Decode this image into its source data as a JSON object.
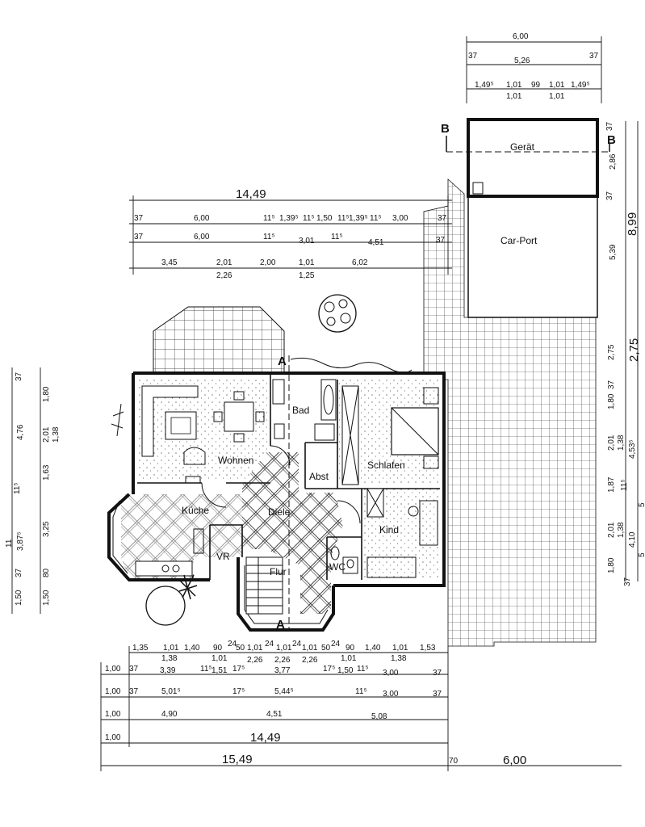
{
  "rooms": {
    "geraet": "Gerät",
    "carport": "Car-Port",
    "bad": "Bad",
    "schlafen": "Schlafen",
    "wohnen": "Wohnen",
    "abst": "Abst",
    "kueche": "Küche",
    "diele": "Diele",
    "kind": "Kind",
    "vr": "VR",
    "wc": "WC",
    "flur": "Flur"
  },
  "section_marks": {
    "a_top": "A",
    "a_bottom": "A",
    "b_left": "B",
    "b_right": "B"
  },
  "dims_top": {
    "garage_total": "6,00",
    "garage_r1a": "37",
    "garage_r1b": "5,26",
    "garage_r1c": "37",
    "garage_r2a": "1,49⁵",
    "garage_r2b": "1,01",
    "garage_r2c": "99",
    "garage_r2d": "1,01",
    "garage_r2e": "1,49⁵",
    "garage_r2f": "1,01",
    "garage_r2g": "1,01",
    "house_total": "14,49",
    "r1a": "37",
    "r1b": "6,00",
    "r1c": "11⁵",
    "r1d": "1,39⁵",
    "r1e": "11⁵",
    "r1f": "1,50",
    "r1g": "11⁵",
    "r1h": "1,39⁵",
    "r1i": "11⁵",
    "r1j": "3,00",
    "r1k": "37",
    "r2a": "37",
    "r2b": "6,00",
    "r2c": "11⁵",
    "r2d": "3,01",
    "r2e": "11⁵",
    "r2f": "4,51",
    "r2g": "37",
    "r3a": "3,45",
    "r3b": "2,01",
    "r3c": "2,00",
    "r3d": "1,01",
    "r3e": "6,02",
    "r3f": "2,26",
    "r3g": "1,25"
  },
  "dims_right": {
    "total": "8,99",
    "g1": "37",
    "g2": "2,86",
    "g3": "37",
    "g4": "5,39",
    "gap_small": "2,75",
    "gap_big": "2,75",
    "h1": "37",
    "h2": "1,80",
    "h3": "2,01",
    "h4": "1,38",
    "h5": "4,53⁵",
    "h6": "11⁵",
    "h7": "1,87",
    "h8": "2,01",
    "h9": "1,38",
    "h10": "4,10",
    "h11": "1,80",
    "h12": "37",
    "h13": "5",
    "h14": "5"
  },
  "dims_left": {
    "a1": "37",
    "a2": "1,80",
    "a3": "4,76",
    "a4": "2,01",
    "a5": "1,38",
    "a6": "11⁵",
    "a7": "1,63",
    "a8": "11",
    "a9": "3,87⁵",
    "a10": "3,25",
    "a11": "37",
    "a12": "80",
    "a13": "1,50",
    "a14": "1,50"
  },
  "dims_bottom": {
    "b1a": "1,35",
    "b1b": "1,01",
    "b1c": "1,40",
    "b1d": "90",
    "b1e": "24",
    "b1f": "50",
    "b1g": "1,01",
    "b1h": "24",
    "b1i": "1,01",
    "b1j": "24",
    "b1k": "1,01",
    "b1l": "50",
    "b1m": "24",
    "b1n": "90",
    "b1o": "1,40",
    "b1p": "1,01",
    "b1q": "1,53",
    "b2a": "1,38",
    "b2b": "1,01",
    "b2c": "2,26",
    "b2d": "2,26",
    "b2e": "2,26",
    "b2f": "1,01",
    "b2g": "1,38",
    "b3a": "1,00",
    "b3b": "37",
    "b3c": "3,39",
    "b3d": "11⁵",
    "b3e": "1,51",
    "b3f": "17⁵",
    "b3g": "3,77",
    "b3h": "17⁵",
    "b3i": "1,50",
    "b3j": "11⁵",
    "b3k": "3,00",
    "b3l": "37",
    "b4a": "1,00",
    "b4b": "37",
    "b4c": "5,01⁵",
    "b4d": "17⁵",
    "b4e": "5,44⁵",
    "b4f": "11⁵",
    "b4g": "3,00",
    "b4h": "37",
    "b5a": "1,00",
    "b5b": "4,90",
    "b5c": "4,51",
    "b5d": "5,08",
    "b6a": "1,00",
    "b6b": "14,49",
    "b7a": "15,49",
    "b7b": "70",
    "b7c": "6,00"
  }
}
